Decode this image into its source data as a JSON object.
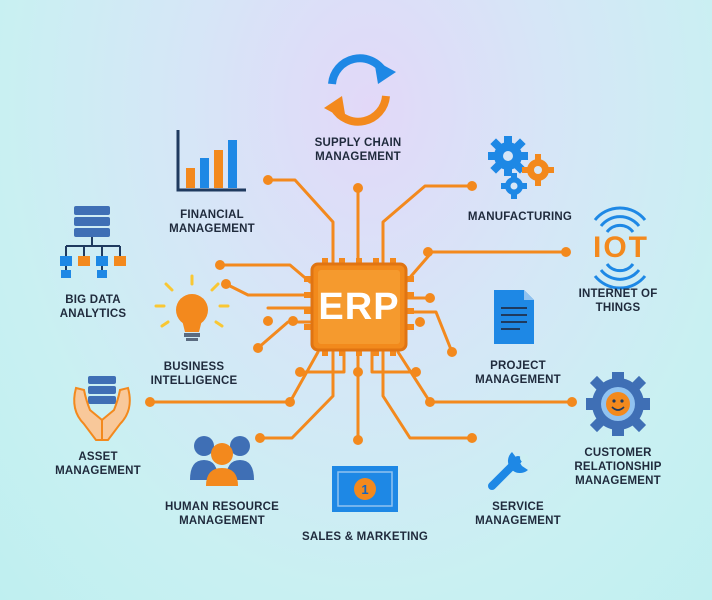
{
  "center": {
    "label": "ERP"
  },
  "modules": {
    "supply_chain": "SUPPLY CHAIN\nMANAGEMENT",
    "financial": "FINANCIAL\nMANAGEMENT",
    "manufacturing": "MANUFACTURING",
    "big_data": "BIG DATA\nANALYTICS",
    "iot": "INTERNET OF\nTHINGS",
    "business_intelligence": "BUSINESS\nINTELLIGENCE",
    "project": "PROJECT\nMANAGEMENT",
    "asset": "ASSET\nMANAGEMENT",
    "crm": "CUSTOMER\nRELATIONSHIP\nMANAGEMENT",
    "human_resource": "HUMAN RESOURCE\nMANAGEMENT",
    "service": "SERVICE\nMANAGEMENT",
    "sales_marketing": "SALES & MARKETING"
  },
  "icons": {
    "iot_text": "IOT",
    "coin_text": "1"
  },
  "colors": {
    "chip": "#f3891d",
    "chip_border": "#e07412",
    "circuit": "#f3891d",
    "accent_blue": "#1e88e5",
    "dark_blue": "#1565c0",
    "label_text": "#1f2a3c"
  }
}
